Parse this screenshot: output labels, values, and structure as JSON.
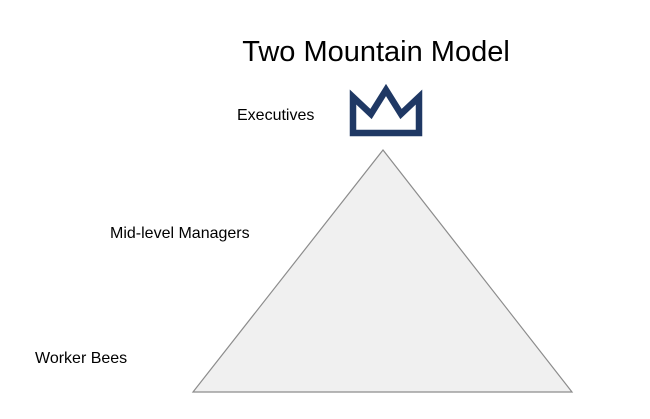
{
  "title": "Two Mountain Model",
  "diagram": {
    "shape": "triangle-mountain",
    "levels": [
      {
        "label": "Executives"
      },
      {
        "label": "Mid-level Managers"
      },
      {
        "label": "Worker Bees"
      }
    ]
  },
  "icons": {
    "crown": "crown-icon"
  },
  "colors": {
    "background": "#ffffff",
    "text": "#000000",
    "crown": "#1f3864",
    "triangle_fill": "#f0f0f0",
    "triangle_stroke": "#8c8c8c"
  }
}
